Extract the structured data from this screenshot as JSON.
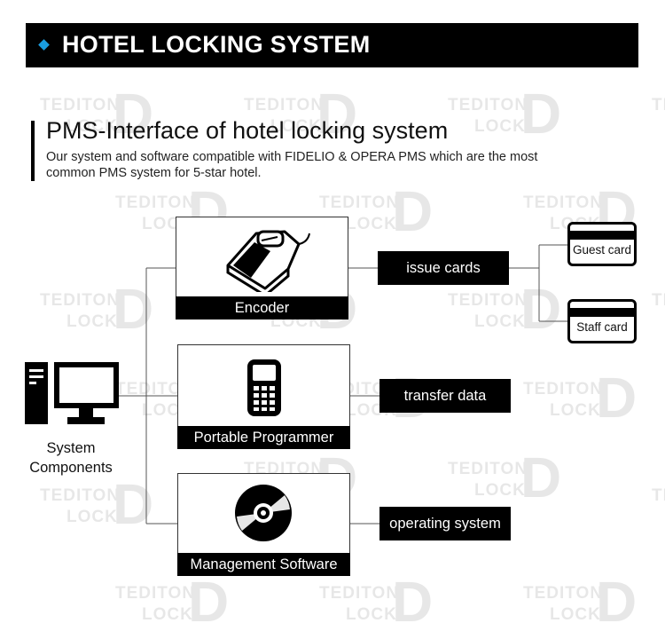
{
  "banner": {
    "title": "HOTEL LOCKING SYSTEM",
    "accent": "#1a9de0"
  },
  "section": {
    "title": "PMS-Interface of hotel locking system",
    "description": "Our system and software compatible with FIDELIO & OPERA PMS which are the most common PMS system for 5-star hotel."
  },
  "system": {
    "line1": "System",
    "line2": "Components",
    "icon": "desktop-computer-icon"
  },
  "components": [
    {
      "label": "Encoder",
      "icon": "card-encoder-icon",
      "function": "issue cards"
    },
    {
      "label": "Portable Programmer",
      "icon": "handheld-programmer-icon",
      "function": "transfer data"
    },
    {
      "label": "Management Software",
      "icon": "software-disc-icon",
      "function": "operating system"
    }
  ],
  "cards": [
    {
      "label": "Guest card",
      "icon": "key-card-icon"
    },
    {
      "label": "Staff card",
      "icon": "key-card-icon"
    }
  ],
  "watermark": {
    "line1": "TEDITON",
    "line2": "LOCK",
    "mark": "D"
  }
}
